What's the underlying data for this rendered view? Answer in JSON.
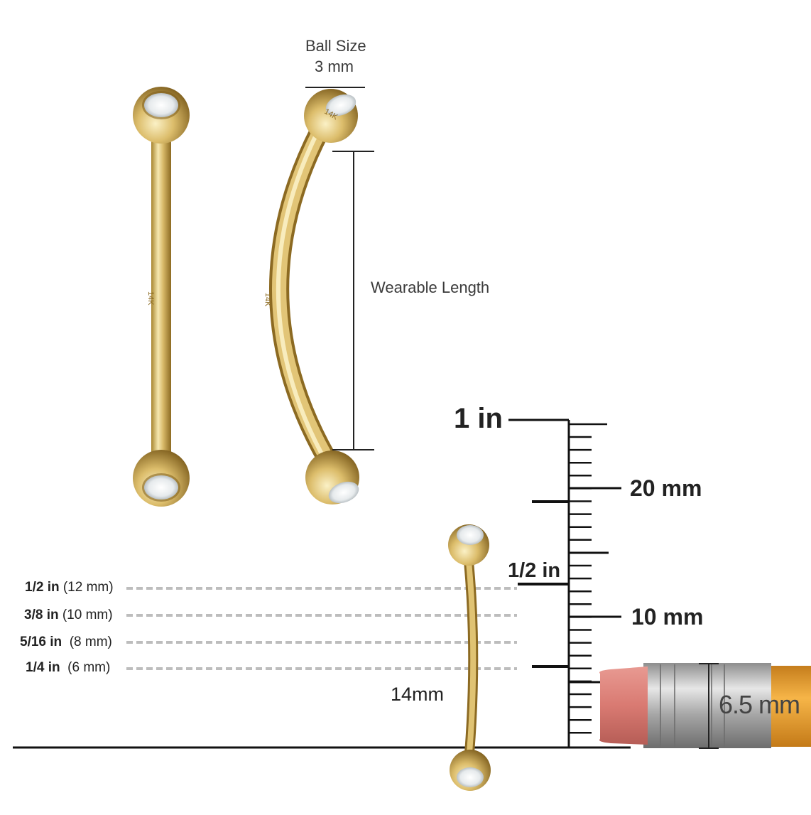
{
  "labels": {
    "ball_size_title": "Ball Size",
    "ball_size_value": "3 mm",
    "wearable_length": "Wearable Length",
    "bar_length": "14mm",
    "pencil_width": "6.5 mm",
    "gold_mark": "14K"
  },
  "ruler": {
    "inch_1": "1 in",
    "inch_half": "1/2 in",
    "mm_20": "20 mm",
    "mm_10": "10 mm"
  },
  "lengths": [
    {
      "inches": "1/2 in",
      "mm": "(12 mm)"
    },
    {
      "inches": "3/8 in",
      "mm": "(10 mm)"
    },
    {
      "inches": "5/16 in",
      "mm": "(8 mm)"
    },
    {
      "inches": "1/4 in",
      "mm": "(6 mm)"
    }
  ],
  "colors": {
    "gold_light": "#f3e2a4",
    "gold_mid": "#cfae5c",
    "gold_dark": "#8c6a22",
    "line": "#111111",
    "dash": "#bdbdbd",
    "eraser": "#d97a72",
    "ferrule": "#b8b8b8",
    "pencil_body": "#f0a93a"
  }
}
